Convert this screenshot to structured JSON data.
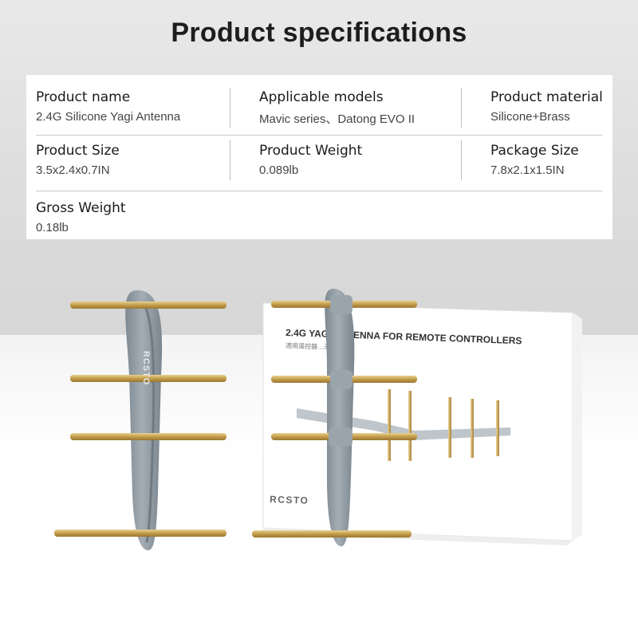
{
  "title": "Product specifications",
  "specs": [
    {
      "label": "Product name",
      "value": "2.4G Silicone Yagi Antenna"
    },
    {
      "label": "Applicable models",
      "value": "Mavic series、Datong EVO II"
    },
    {
      "label": "Product material",
      "value": "Silicone+Brass"
    },
    {
      "label": "Product Size",
      "value": "3.5x2.4x0.7IN"
    },
    {
      "label": "Product Weight",
      "value": "0.089lb"
    },
    {
      "label": "Package Size",
      "value": "7.8x2.1x1.5IN"
    },
    {
      "label": "Gross Weight",
      "value": "0.18lb"
    }
  ],
  "photo": {
    "brand": "RCSTO",
    "box_title": "2.4G YAGI ANTENNA FOR REMOTE CONTROLLERS",
    "box_subtitle": "適用遥控器…天线",
    "colors": {
      "antenna": "#8c979f",
      "rod": "#c9a95a",
      "box": "#ffffff"
    }
  }
}
